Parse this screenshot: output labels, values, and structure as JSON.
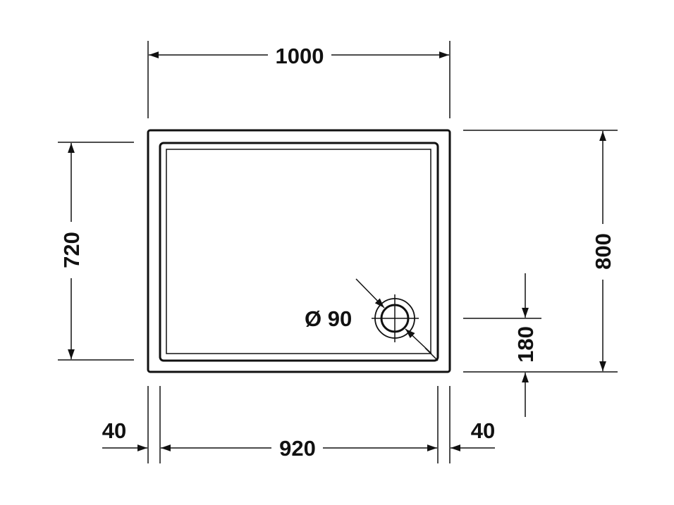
{
  "drawing": {
    "dimensions": {
      "outer_width": "1000",
      "outer_depth": "800",
      "inner_width": "920",
      "inner_depth": "720",
      "rim_left": "40",
      "rim_right": "40",
      "drain_offset": "180",
      "drain_diameter": "Ø 90"
    },
    "colors": {
      "line": "#111111",
      "background": "#ffffff"
    }
  }
}
